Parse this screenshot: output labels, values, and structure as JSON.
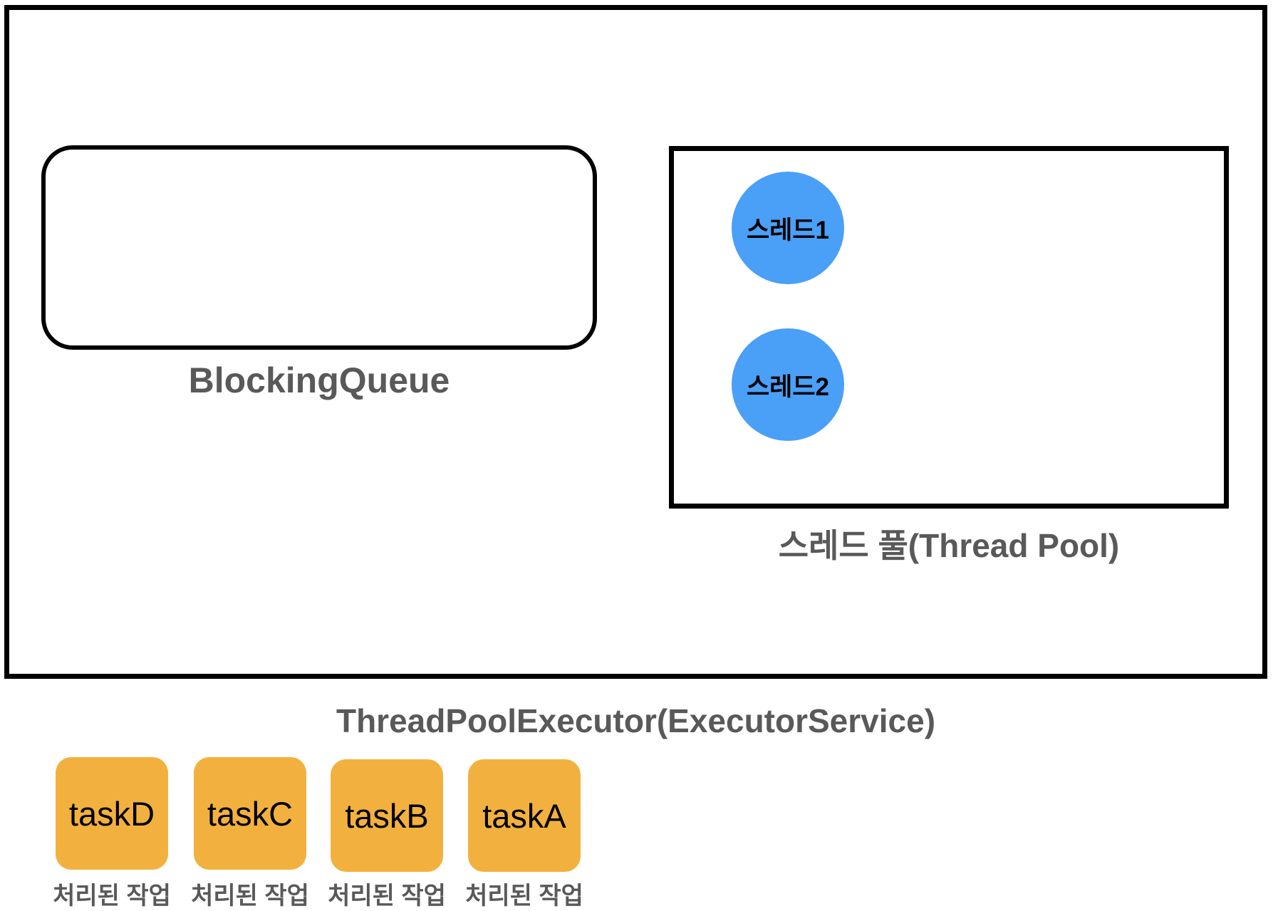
{
  "executor": {
    "label": "ThreadPoolExecutor(ExecutorService)"
  },
  "queue": {
    "label": "BlockingQueue"
  },
  "pool": {
    "label": "스레드 풀(Thread Pool)",
    "threads": [
      {
        "label": "스레드1"
      },
      {
        "label": "스레드2"
      }
    ]
  },
  "tasks": [
    {
      "label": "taskD",
      "caption": "처리된 작업"
    },
    {
      "label": "taskC",
      "caption": "처리된 작업"
    },
    {
      "label": "taskB",
      "caption": "처리된 작업"
    },
    {
      "label": "taskA",
      "caption": "처리된 작업"
    }
  ],
  "colors": {
    "thread": "#4a9ff7",
    "task": "#f2b13f",
    "label": "#595959"
  }
}
